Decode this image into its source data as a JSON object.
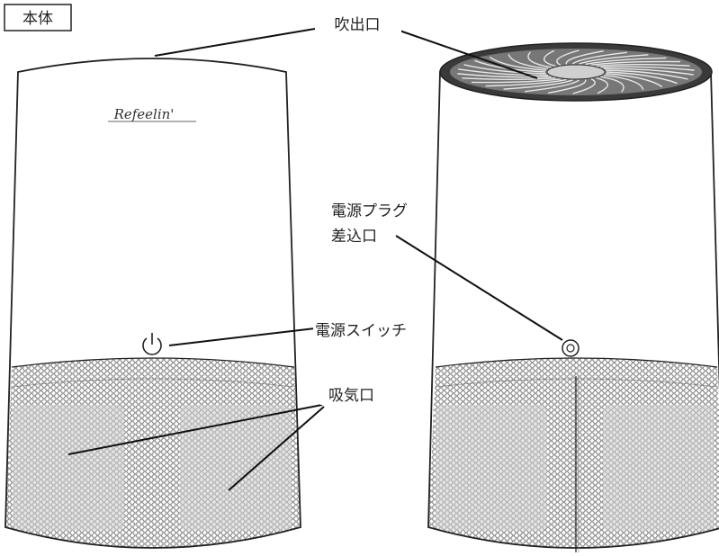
{
  "title_box": "本体",
  "brand": "Refeelin'",
  "labels": {
    "outlet": "吹出口",
    "plug_line1": "電源プラグ",
    "plug_line2": "差込口",
    "switch": "電源スイッチ",
    "intake": "吸気口"
  },
  "icons": [
    "power-icon",
    "plug-socket-icon",
    "fan-icon"
  ],
  "colors": {
    "outline": "#222222",
    "mesh_hole": "#8a8a8a",
    "grille_panel": "#cfcfcf",
    "fan_rim": "#3a3a3a"
  }
}
